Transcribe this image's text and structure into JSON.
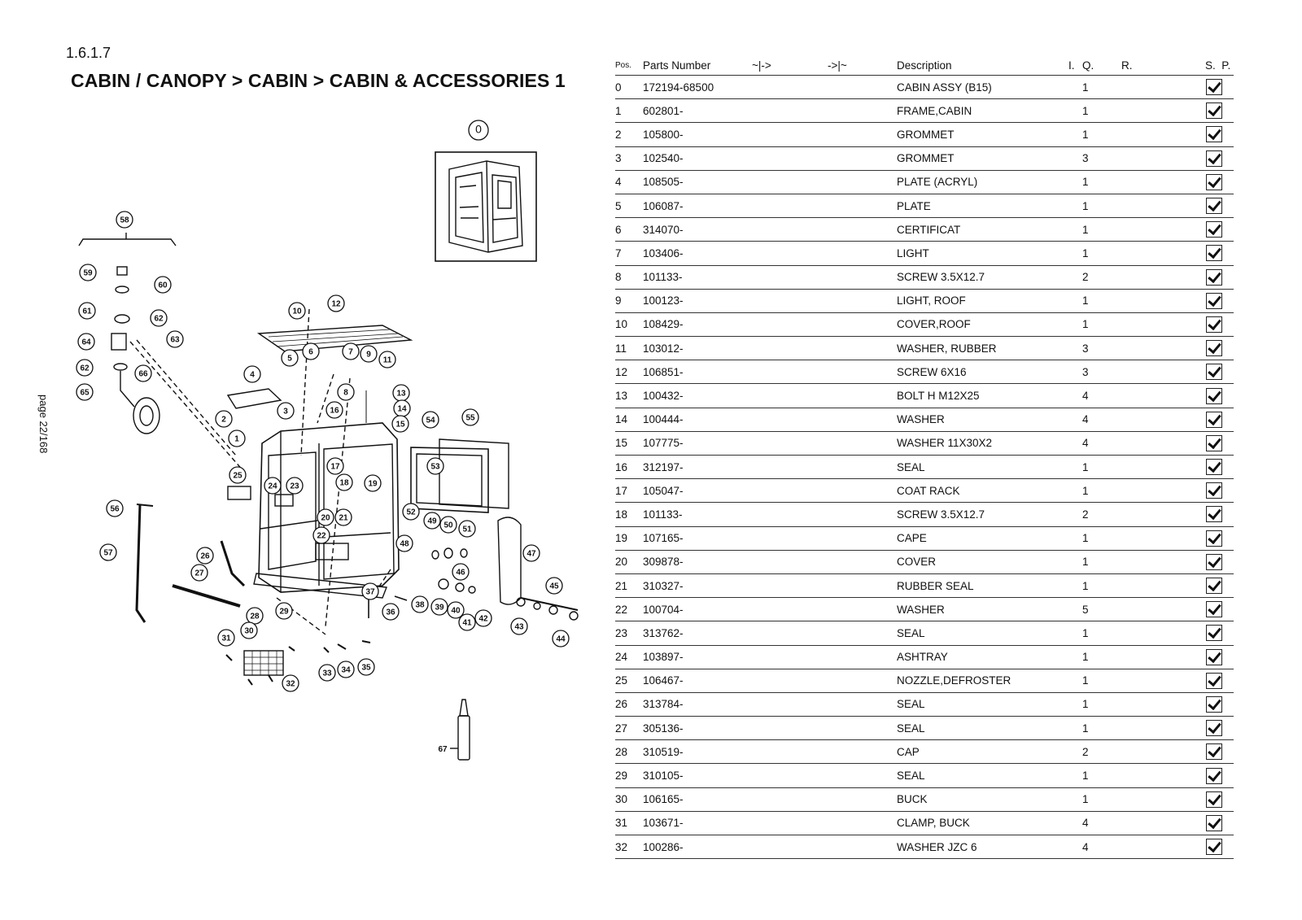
{
  "section_number": "1.6.1.7",
  "title": "CABIN / CANOPY > CABIN > CABIN & ACCESSORIES 1",
  "page_label": "page 22/168",
  "table": {
    "headers": {
      "pos": "Pos.",
      "parts_number": "Parts Number",
      "from": "~|->",
      "to": "->|~",
      "description": "Description",
      "i": "I.",
      "q": "Q.",
      "r": "R.",
      "s": "S.",
      "p": "P."
    },
    "rows": [
      {
        "pos": "0",
        "part": "172194-68500",
        "desc": "CABIN ASSY (B15)",
        "qty": "1"
      },
      {
        "pos": "1",
        "part": "602801-",
        "desc": "FRAME,CABIN",
        "qty": "1"
      },
      {
        "pos": "2",
        "part": "105800-",
        "desc": "GROMMET",
        "qty": "1"
      },
      {
        "pos": "3",
        "part": "102540-",
        "desc": "GROMMET",
        "qty": "3"
      },
      {
        "pos": "4",
        "part": "108505-",
        "desc": "PLATE (ACRYL)",
        "qty": "1"
      },
      {
        "pos": "5",
        "part": "106087-",
        "desc": "PLATE",
        "qty": "1"
      },
      {
        "pos": "6",
        "part": "314070-",
        "desc": "CERTIFICAT",
        "qty": "1"
      },
      {
        "pos": "7",
        "part": "103406-",
        "desc": "LIGHT",
        "qty": "1"
      },
      {
        "pos": "8",
        "part": "101133-",
        "desc": "SCREW 3.5X12.7",
        "qty": "2"
      },
      {
        "pos": "9",
        "part": "100123-",
        "desc": "LIGHT, ROOF",
        "qty": "1"
      },
      {
        "pos": "10",
        "part": "108429-",
        "desc": "COVER,ROOF",
        "qty": "1"
      },
      {
        "pos": "11",
        "part": "103012-",
        "desc": "WASHER, RUBBER",
        "qty": "3"
      },
      {
        "pos": "12",
        "part": "106851-",
        "desc": "SCREW 6X16",
        "qty": "3"
      },
      {
        "pos": "13",
        "part": "100432-",
        "desc": "BOLT H M12X25",
        "qty": "4"
      },
      {
        "pos": "14",
        "part": "100444-",
        "desc": "WASHER",
        "qty": "4"
      },
      {
        "pos": "15",
        "part": "107775-",
        "desc": "WASHER 11X30X2",
        "qty": "4"
      },
      {
        "pos": "16",
        "part": "312197-",
        "desc": "SEAL",
        "qty": "1"
      },
      {
        "pos": "17",
        "part": "105047-",
        "desc": "COAT RACK",
        "qty": "1"
      },
      {
        "pos": "18",
        "part": "101133-",
        "desc": "SCREW 3.5X12.7",
        "qty": "2"
      },
      {
        "pos": "19",
        "part": "107165-",
        "desc": "CAPE",
        "qty": "1"
      },
      {
        "pos": "20",
        "part": "309878-",
        "desc": "COVER",
        "qty": "1"
      },
      {
        "pos": "21",
        "part": "310327-",
        "desc": "RUBBER SEAL",
        "qty": "1"
      },
      {
        "pos": "22",
        "part": "100704-",
        "desc": "WASHER",
        "qty": "5"
      },
      {
        "pos": "23",
        "part": "313762-",
        "desc": "SEAL",
        "qty": "1"
      },
      {
        "pos": "24",
        "part": "103897-",
        "desc": "ASHTRAY",
        "qty": "1"
      },
      {
        "pos": "25",
        "part": "106467-",
        "desc": "NOZZLE,DEFROSTER",
        "qty": "1"
      },
      {
        "pos": "26",
        "part": "313784-",
        "desc": "SEAL",
        "qty": "1"
      },
      {
        "pos": "27",
        "part": "305136-",
        "desc": "SEAL",
        "qty": "1"
      },
      {
        "pos": "28",
        "part": "310519-",
        "desc": "CAP",
        "qty": "2"
      },
      {
        "pos": "29",
        "part": "310105-",
        "desc": "SEAL",
        "qty": "1"
      },
      {
        "pos": "30",
        "part": "106165-",
        "desc": "BUCK",
        "qty": "1"
      },
      {
        "pos": "31",
        "part": "103671-",
        "desc": "CLAMP, BUCK",
        "qty": "4"
      },
      {
        "pos": "32",
        "part": "100286-",
        "desc": "WASHER JZC 6",
        "qty": "4"
      }
    ]
  },
  "diagram": {
    "callouts": [
      "0",
      "1",
      "2",
      "3",
      "4",
      "5",
      "6",
      "7",
      "8",
      "9",
      "10",
      "11",
      "12",
      "13",
      "14",
      "15",
      "16",
      "17",
      "18",
      "19",
      "20",
      "21",
      "22",
      "23",
      "24",
      "25",
      "26",
      "27",
      "28",
      "29",
      "30",
      "31",
      "32",
      "33",
      "34",
      "35",
      "36",
      "37",
      "38",
      "39",
      "40",
      "41",
      "42",
      "43",
      "44",
      "45",
      "46",
      "47",
      "48",
      "49",
      "50",
      "51",
      "52",
      "53",
      "54",
      "55",
      "56",
      "57",
      "58",
      "59",
      "60",
      "61",
      "62",
      "63",
      "64",
      "65",
      "66",
      "67"
    ]
  }
}
